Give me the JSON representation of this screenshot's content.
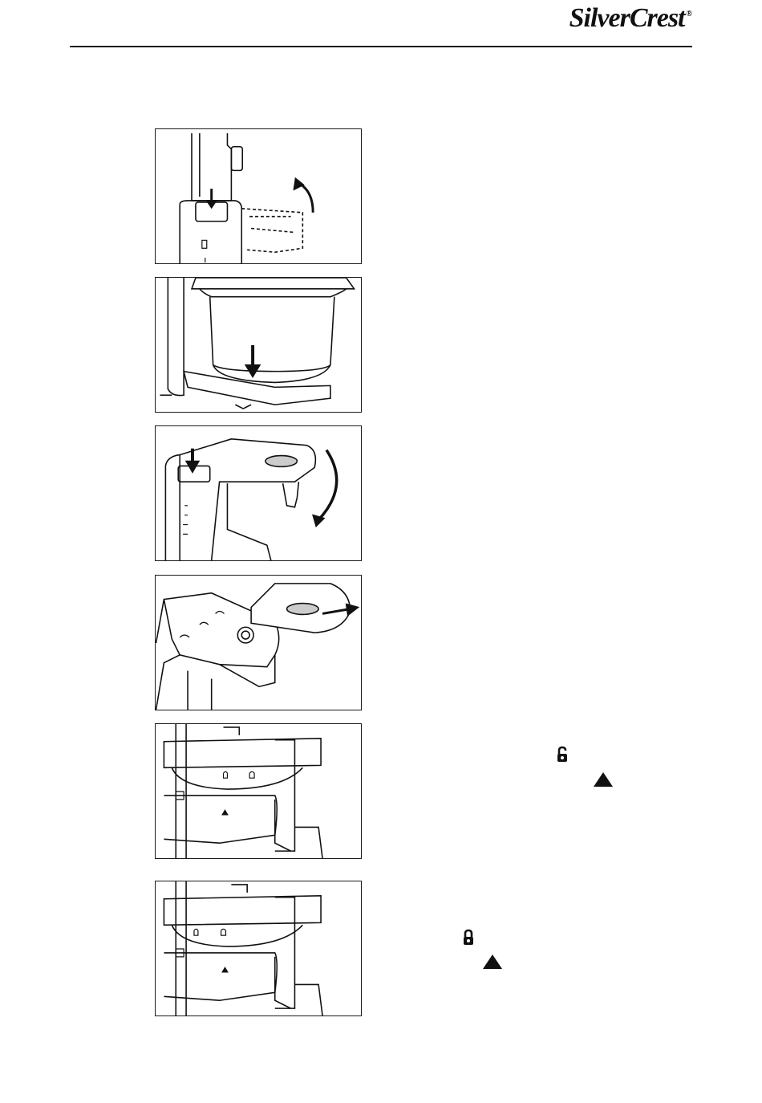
{
  "header": {
    "brand": "SilverCrest",
    "brand_mark": "®"
  },
  "steps": [
    {
      "figure": "release-arm-button-and-lift-arm"
    },
    {
      "figure": "place-bowl-on-base"
    },
    {
      "figure": "press-button-and-lower-arm"
    },
    {
      "figure": "remove-cover-from-arm"
    },
    {
      "figure": "set-lid-unlocked-position",
      "symbols": [
        "unlocked-padlock-icon",
        "triangle-marker-icon"
      ]
    },
    {
      "figure": "turn-lid-locked-position",
      "symbols": [
        "locked-padlock-icon",
        "triangle-marker-icon"
      ]
    }
  ]
}
